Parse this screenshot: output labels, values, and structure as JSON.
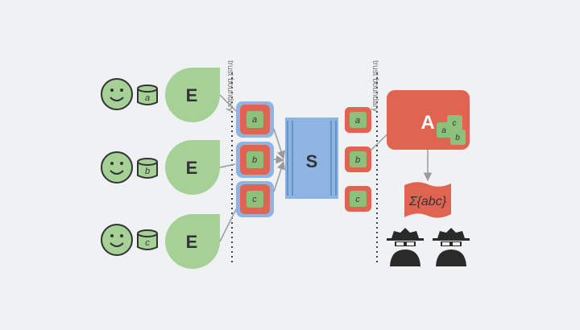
{
  "boundaries": [
    {
      "label": "trust boundary"
    },
    {
      "label": "trust boundary"
    }
  ],
  "users": [
    {
      "db_label": "a",
      "encoder_label": "E"
    },
    {
      "db_label": "b",
      "encoder_label": "E"
    },
    {
      "db_label": "c",
      "encoder_label": "E"
    }
  ],
  "encoded_items": [
    "a",
    "b",
    "c"
  ],
  "shuffler_label": "S",
  "shuffled_items": [
    "a",
    "b",
    "c"
  ],
  "analyzer": {
    "label": "A",
    "items": [
      "a",
      "c",
      "b"
    ]
  },
  "result_label": "Σ{abc}",
  "colors": {
    "background": "#f0f1f3",
    "green": "#a5d196",
    "green_item": "#8cc07b",
    "blue": "#8db4e2",
    "red": "#e06452",
    "dark": "#333333"
  }
}
